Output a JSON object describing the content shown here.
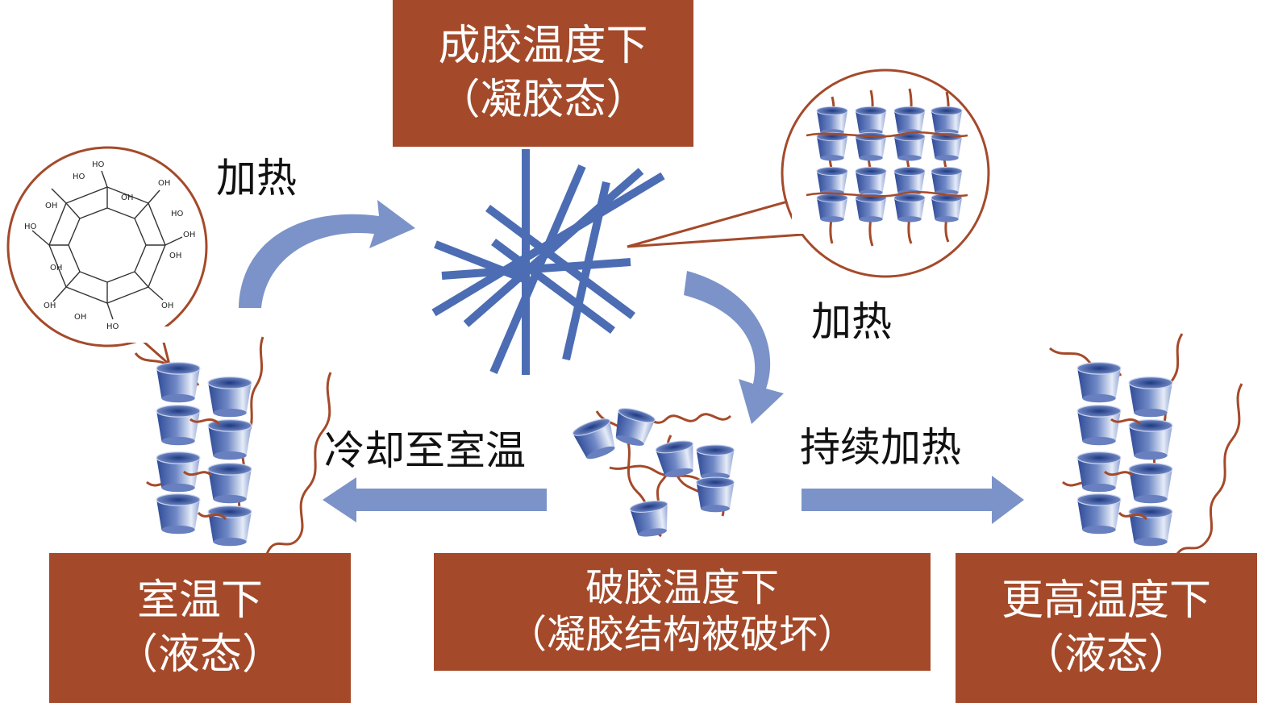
{
  "colors": {
    "label_box": "#A44A2A",
    "label_text": "#FFFFFF",
    "arrow": "#7B93C8",
    "fiber": "#4C6DB3",
    "cylinder_dark": "#3C5BA8",
    "chain": "#A44A2A",
    "molecule_line": "#333333"
  },
  "states": {
    "room_temp": {
      "line1": "室温下",
      "line2": "（液态）"
    },
    "gel_temp": {
      "line1": "成胶温度下",
      "line2": "（凝胶态）"
    },
    "break_temp": {
      "line1": "破胶温度下",
      "line2": "（凝胶结构被破坏）"
    },
    "higher_temp": {
      "line1": "更高温度下",
      "line2": "（液态）"
    }
  },
  "arrows": {
    "heat_1": "加热",
    "heat_2": "加热",
    "continue_heat": "持续加热",
    "cool": "冷却至室温"
  },
  "molecule": {
    "ring_labels": [
      "HO",
      "HO",
      "OH",
      "OH",
      "HO",
      "OH",
      "OH",
      "OH",
      "HO",
      "OH",
      "OH",
      "OH",
      "HO",
      "OH"
    ]
  },
  "icons": {
    "arrow_shape": "curved-block-arrow",
    "cluster_shape": "cylinder-stack"
  }
}
